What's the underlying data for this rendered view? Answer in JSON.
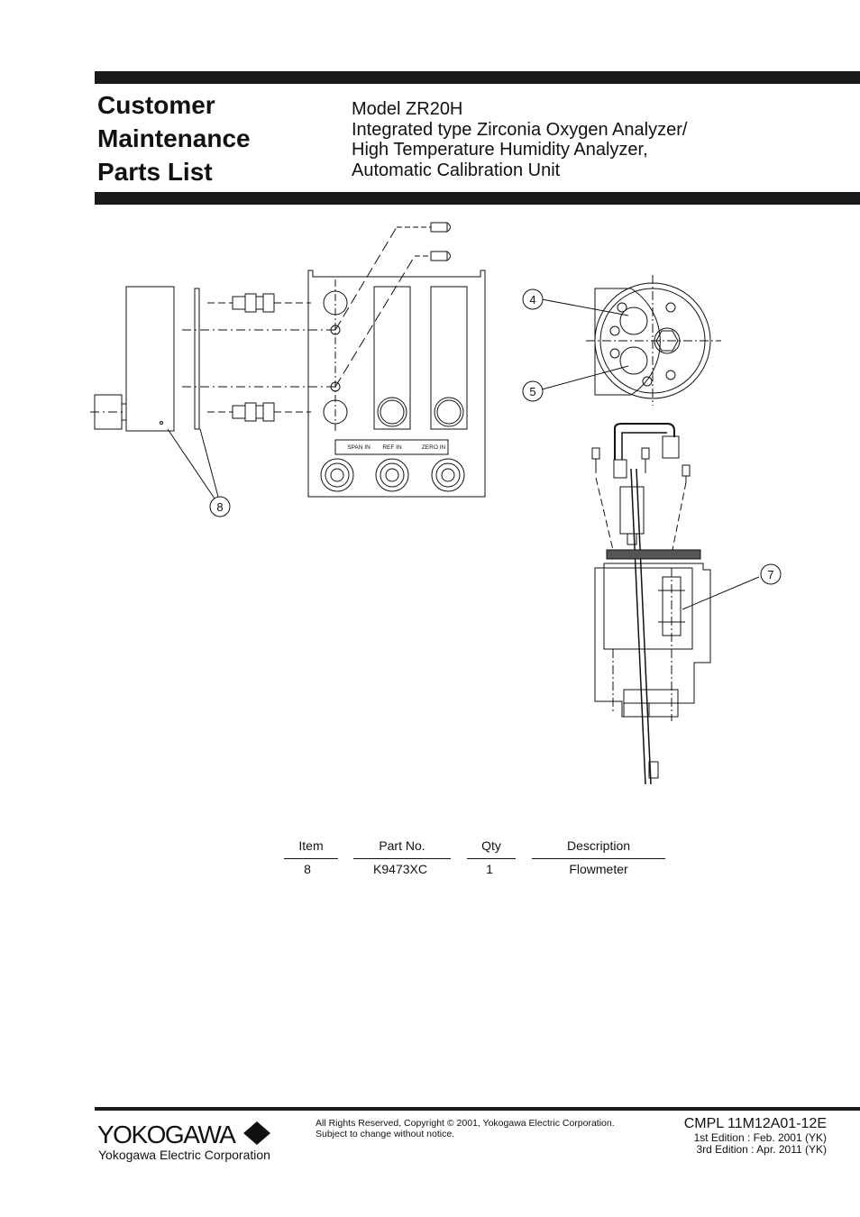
{
  "header": {
    "title_lines": [
      "Customer",
      "Maintenance",
      "Parts List"
    ],
    "model": "Model ZR20H",
    "subtitle_lines": [
      "Integrated type Zirconia Oxygen Analyzer/",
      "High Temperature Humidity Analyzer,",
      "Automatic Calibration Unit"
    ]
  },
  "drawing": {
    "callouts": [
      "4",
      "5",
      "7",
      "8"
    ],
    "port_labels": [
      "SPAN IN",
      "REF IN",
      "ZERO IN"
    ]
  },
  "parts_table": {
    "headers": [
      "Item",
      "Part No.",
      "Qty",
      "Description"
    ],
    "rows": [
      [
        "8",
        "K9473XC",
        "1",
        "Flowmeter"
      ]
    ]
  },
  "footer": {
    "brand": "YOKOGAWA",
    "brand_icon": "diamond-icon",
    "corporation": "Yokogawa Electric Corporation",
    "copyright": "All Rights Reserved, Copyright © 2001, Yokogawa Electric Corporation.",
    "notice": "Subject to change without notice.",
    "doc_number": "CMPL 11M12A01-12E",
    "edition_1": "1st Edition : Feb. 2001 (YK)",
    "edition_3": "3rd Edition : Apr. 2011 (YK)"
  }
}
